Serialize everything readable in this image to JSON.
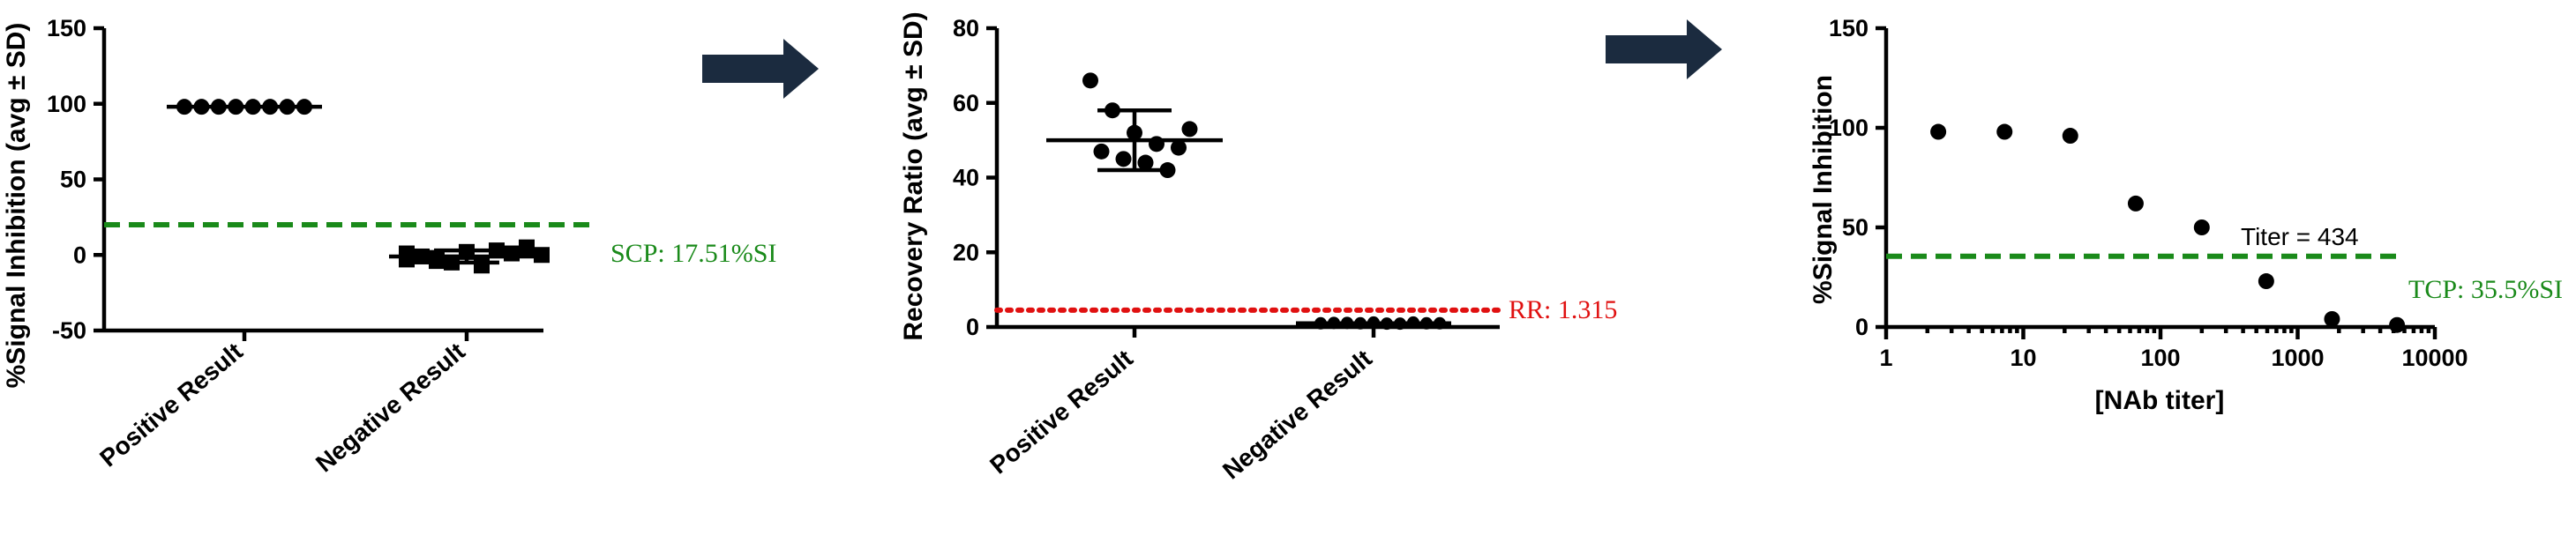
{
  "arrow_color": "#1b2b3f",
  "chart_data": [
    {
      "type": "scatter",
      "title": "",
      "ylabel": "%Signal Inhibition (avg ± SD)",
      "xlabel": "",
      "ylim": [
        -50,
        150
      ],
      "yticks": [
        -50,
        0,
        50,
        100,
        150
      ],
      "categories": [
        "Positive Result",
        "Negative Result"
      ],
      "series": [
        {
          "category": "Positive Result",
          "marker": "circle",
          "values": [
            98,
            98,
            98,
            98,
            98,
            98,
            98,
            98
          ],
          "mean": 98,
          "sd": 0.5
        },
        {
          "category": "Negative Result",
          "marker": "square",
          "values": [
            1,
            -2,
            2,
            3,
            5,
            -1,
            -5,
            -7,
            1,
            0,
            -3,
            -4
          ],
          "mean": -1,
          "sd": 4
        }
      ],
      "reference_line": {
        "value": 20,
        "label": "SCP: 17.51%SI",
        "color": "#1a8a1a",
        "style": "dashed"
      }
    },
    {
      "type": "scatter",
      "title": "",
      "ylabel": "Recovery Ratio (avg ± SD)",
      "xlabel": "",
      "ylim": [
        0,
        80
      ],
      "yticks": [
        0,
        20,
        40,
        60,
        80
      ],
      "categories": [
        "Positive Result",
        "Negative Result"
      ],
      "series": [
        {
          "category": "Positive Result",
          "marker": "circle",
          "values": [
            66,
            58,
            52,
            49,
            48,
            47,
            45,
            44,
            42,
            53
          ],
          "mean": 50,
          "sd": 8
        },
        {
          "category": "Negative Result",
          "marker": "circle",
          "values": [
            1.0,
            1.1,
            1.2,
            0.9,
            1.0,
            1.1,
            1.0,
            0.9,
            1.2,
            1.0
          ],
          "mean": 1.0,
          "sd": 0.2
        }
      ],
      "reference_line": {
        "value": 4.5,
        "label": "RR: 1.315",
        "color": "#e01010",
        "style": "dotted"
      }
    },
    {
      "type": "scatter",
      "title": "",
      "ylabel": "%Signal Inhibition",
      "xlabel": "[NAb titer]",
      "xscale": "log",
      "xlim": [
        1,
        10000
      ],
      "xticks": [
        1,
        10,
        100,
        1000,
        10000
      ],
      "ylim": [
        0,
        150
      ],
      "yticks": [
        0,
        50,
        100,
        150
      ],
      "x": [
        2.4,
        7.3,
        22,
        66,
        200,
        590,
        1780,
        5300
      ],
      "y": [
        98,
        98,
        96,
        62,
        50,
        23,
        4,
        1
      ],
      "reference_line": {
        "value": 35.5,
        "label": "TCP: 35.5%SI",
        "color": "#1a8a1a",
        "style": "dashed"
      },
      "annotations": [
        {
          "text": "Titer = 434"
        }
      ]
    }
  ]
}
